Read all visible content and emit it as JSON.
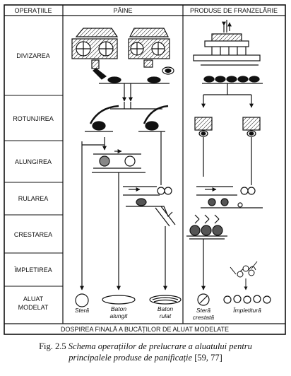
{
  "header": {
    "operations": "OPERAȚIILE",
    "bread": "PÂINE",
    "pastry": "PRODUSE DE FRANZELĂRIE"
  },
  "operations": [
    "DIVIZAREA",
    "ROTUNJIREA",
    "ALUNGIREA",
    "RULAREA",
    "CRESTAREA",
    "ÎMPLETIREA"
  ],
  "final_row": {
    "label_line1": "ALUAT",
    "label_line2": "MODELAT",
    "products": [
      {
        "line1": "Steră",
        "line2": ""
      },
      {
        "line1": "Baton",
        "line2": "alungit"
      },
      {
        "line1": "Baton",
        "line2": "rulat"
      },
      {
        "line1": "Steră",
        "line2": "crestată"
      },
      {
        "line1": "Împletitură",
        "line2": ""
      }
    ]
  },
  "footer": "DOSPIREA FINALĂ A BUCĂȚILOR DE ALUAT MODELATE",
  "caption": {
    "prefix": "Fig. 2.5 ",
    "line1_italic": "Schema operațiilor de prelucrare a aluatului pentru",
    "line2_italic": "principalele produse de panificație",
    "line2_ref": " [59, 77]"
  }
}
